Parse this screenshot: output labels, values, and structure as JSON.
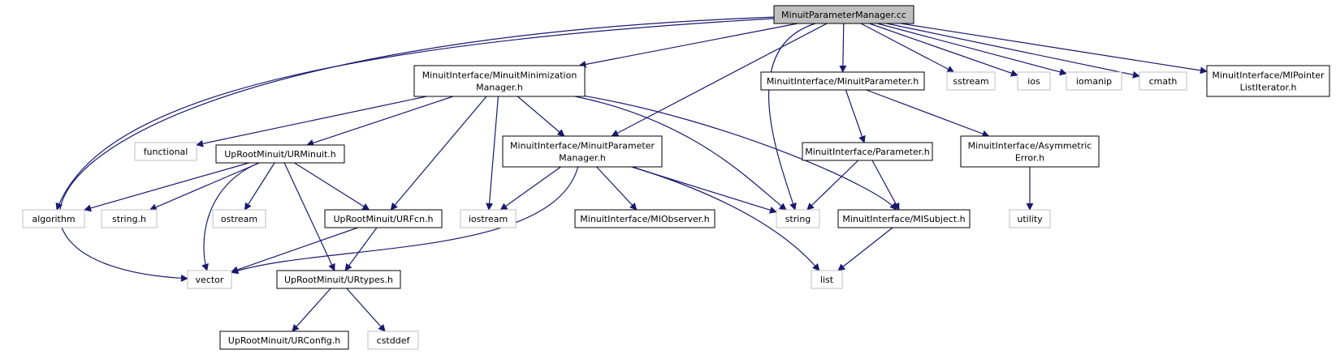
{
  "colors": {
    "edge": "#191970",
    "root_fill": "#bfbfbf",
    "system_stroke": "#bfbfbf",
    "local_stroke": "#000000",
    "background": "#ffffff"
  },
  "nodes": {
    "root": {
      "lines": [
        "MinuitParameterManager.cc"
      ],
      "kind": "root"
    },
    "mmm": {
      "lines": [
        "MinuitInterface/MinuitMinimization",
        "Manager.h"
      ],
      "kind": "local"
    },
    "mpm": {
      "lines": [
        "MinuitInterface/MinuitParameter",
        "Manager.h"
      ],
      "kind": "local"
    },
    "mp": {
      "lines": [
        "MinuitInterface/MinuitParameter.h"
      ],
      "kind": "local"
    },
    "mipl": {
      "lines": [
        "MinuitInterface/MIPointer",
        "ListIterator.h"
      ],
      "kind": "local"
    },
    "par": {
      "lines": [
        "MinuitInterface/Parameter.h"
      ],
      "kind": "local"
    },
    "asym": {
      "lines": [
        "MinuitInterface/Asymmetric",
        "Error.h"
      ],
      "kind": "local"
    },
    "urm": {
      "lines": [
        "UpRootMinuit/URMinuit.h"
      ],
      "kind": "local"
    },
    "urf": {
      "lines": [
        "UpRootMinuit/URFcn.h"
      ],
      "kind": "local"
    },
    "urt": {
      "lines": [
        "UpRootMinuit/URtypes.h"
      ],
      "kind": "local"
    },
    "urc": {
      "lines": [
        "UpRootMinuit/URConfig.h"
      ],
      "kind": "local"
    },
    "mio": {
      "lines": [
        "MinuitInterface/MIObserver.h"
      ],
      "kind": "local"
    },
    "mis": {
      "lines": [
        "MinuitInterface/MISubject.h"
      ],
      "kind": "local"
    },
    "sstream": {
      "lines": [
        "sstream"
      ],
      "kind": "system"
    },
    "ios": {
      "lines": [
        "ios"
      ],
      "kind": "system"
    },
    "iomanip": {
      "lines": [
        "iomanip"
      ],
      "kind": "system"
    },
    "cmath": {
      "lines": [
        "cmath"
      ],
      "kind": "system"
    },
    "functional": {
      "lines": [
        "functional"
      ],
      "kind": "system"
    },
    "algorithm": {
      "lines": [
        "algorithm"
      ],
      "kind": "system"
    },
    "stringh": {
      "lines": [
        "string.h"
      ],
      "kind": "system"
    },
    "ostream": {
      "lines": [
        "ostream"
      ],
      "kind": "system"
    },
    "iostream": {
      "lines": [
        "iostream"
      ],
      "kind": "system"
    },
    "string": {
      "lines": [
        "string"
      ],
      "kind": "system"
    },
    "utility": {
      "lines": [
        "utility"
      ],
      "kind": "system"
    },
    "vector": {
      "lines": [
        "vector"
      ],
      "kind": "system"
    },
    "list": {
      "lines": [
        "list"
      ],
      "kind": "system"
    },
    "cstddef": {
      "lines": [
        "cstddef"
      ],
      "kind": "system"
    }
  },
  "edges": [
    [
      "root",
      "mmm"
    ],
    [
      "root",
      "mpm"
    ],
    [
      "root",
      "mp"
    ],
    [
      "root",
      "mipl"
    ],
    [
      "root",
      "sstream"
    ],
    [
      "root",
      "ios"
    ],
    [
      "root",
      "iomanip"
    ],
    [
      "root",
      "cmath"
    ],
    [
      "root",
      "string"
    ],
    [
      "root",
      "algorithm"
    ],
    [
      "root",
      "vector"
    ],
    [
      "mmm",
      "functional"
    ],
    [
      "mmm",
      "urm"
    ],
    [
      "mmm",
      "urf"
    ],
    [
      "mmm",
      "iostream"
    ],
    [
      "mmm",
      "mpm"
    ],
    [
      "mmm",
      "string"
    ],
    [
      "mmm",
      "mis"
    ],
    [
      "urm",
      "algorithm"
    ],
    [
      "urm",
      "stringh"
    ],
    [
      "urm",
      "ostream"
    ],
    [
      "urm",
      "vector"
    ],
    [
      "urm",
      "urf"
    ],
    [
      "urm",
      "urt"
    ],
    [
      "urf",
      "vector"
    ],
    [
      "urf",
      "urt"
    ],
    [
      "urt",
      "urc"
    ],
    [
      "urt",
      "cstddef"
    ],
    [
      "mpm",
      "iostream"
    ],
    [
      "mpm",
      "mio"
    ],
    [
      "mpm",
      "string"
    ],
    [
      "mpm",
      "list"
    ],
    [
      "mpm",
      "vector"
    ],
    [
      "mp",
      "par"
    ],
    [
      "mp",
      "asym"
    ],
    [
      "par",
      "string"
    ],
    [
      "par",
      "mis"
    ],
    [
      "asym",
      "utility"
    ],
    [
      "mis",
      "list"
    ]
  ]
}
